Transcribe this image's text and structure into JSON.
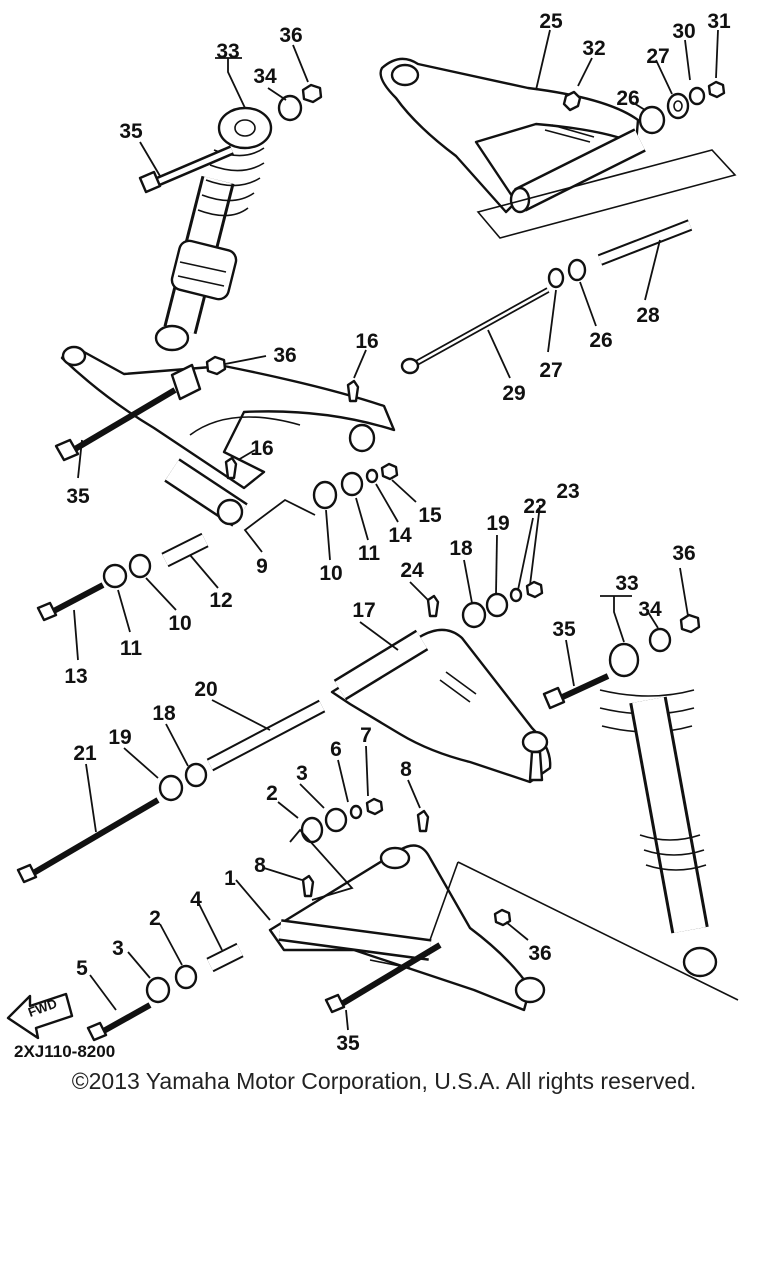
{
  "diagram": {
    "drawing_code": "2XJ110-8200",
    "fwd_label": "FWD",
    "callouts": [
      {
        "id": "c33a",
        "text": "33"
      },
      {
        "id": "c36a",
        "text": "36"
      },
      {
        "id": "c34a",
        "text": "34"
      },
      {
        "id": "c35a",
        "text": "35"
      },
      {
        "id": "c25",
        "text": "25"
      },
      {
        "id": "c32",
        "text": "32"
      },
      {
        "id": "c30",
        "text": "30"
      },
      {
        "id": "c31",
        "text": "31"
      },
      {
        "id": "c27a",
        "text": "27"
      },
      {
        "id": "c26a",
        "text": "26"
      },
      {
        "id": "c28",
        "text": "28"
      },
      {
        "id": "c26b",
        "text": "26"
      },
      {
        "id": "c27b",
        "text": "27"
      },
      {
        "id": "c29",
        "text": "29"
      },
      {
        "id": "c36b",
        "text": "36"
      },
      {
        "id": "c16a",
        "text": "16"
      },
      {
        "id": "c35b",
        "text": "35"
      },
      {
        "id": "c16b",
        "text": "16"
      },
      {
        "id": "c15",
        "text": "15"
      },
      {
        "id": "c14",
        "text": "14"
      },
      {
        "id": "c11a",
        "text": "11"
      },
      {
        "id": "c10a",
        "text": "10"
      },
      {
        "id": "c9",
        "text": "9"
      },
      {
        "id": "c12",
        "text": "12"
      },
      {
        "id": "c10b",
        "text": "10"
      },
      {
        "id": "c11b",
        "text": "11"
      },
      {
        "id": "c13",
        "text": "13"
      },
      {
        "id": "c23",
        "text": "23"
      },
      {
        "id": "c22",
        "text": "22"
      },
      {
        "id": "c19a",
        "text": "19"
      },
      {
        "id": "c18a",
        "text": "18"
      },
      {
        "id": "c24",
        "text": "24"
      },
      {
        "id": "c17",
        "text": "17"
      },
      {
        "id": "c36c",
        "text": "36"
      },
      {
        "id": "c33b",
        "text": "33"
      },
      {
        "id": "c34b",
        "text": "34"
      },
      {
        "id": "c35c",
        "text": "35"
      },
      {
        "id": "c20",
        "text": "20"
      },
      {
        "id": "c18b",
        "text": "18"
      },
      {
        "id": "c19b",
        "text": "19"
      },
      {
        "id": "c21",
        "text": "21"
      },
      {
        "id": "c3a",
        "text": "3"
      },
      {
        "id": "c6",
        "text": "6"
      },
      {
        "id": "c7",
        "text": "7"
      },
      {
        "id": "c8a",
        "text": "8"
      },
      {
        "id": "c2a",
        "text": "2"
      },
      {
        "id": "c8b",
        "text": "8"
      },
      {
        "id": "c1",
        "text": "1"
      },
      {
        "id": "c4",
        "text": "4"
      },
      {
        "id": "c2b",
        "text": "2"
      },
      {
        "id": "c3b",
        "text": "3"
      },
      {
        "id": "c5",
        "text": "5"
      },
      {
        "id": "c36d",
        "text": "36"
      },
      {
        "id": "c35d",
        "text": "35"
      }
    ]
  },
  "footer": {
    "copyright": "©2013 Yamaha Motor Corporation, U.S.A. All rights reserved."
  }
}
